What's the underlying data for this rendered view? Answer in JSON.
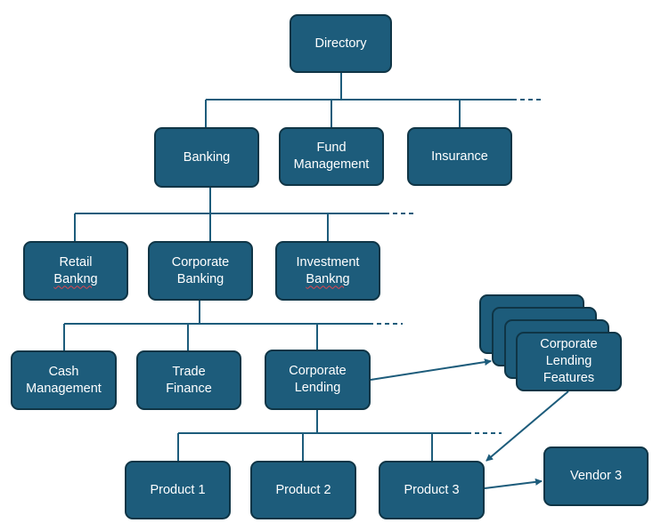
{
  "nodes": {
    "directory": {
      "line1": "Directory"
    },
    "banking": {
      "line1": "Banking"
    },
    "fund_management": {
      "line1": "Fund",
      "line2": "Management"
    },
    "insurance": {
      "line1": "Insurance"
    },
    "retail_banking": {
      "line1": "Retail",
      "line2": "Bankng"
    },
    "corporate_banking": {
      "line1": "Corporate",
      "line2": "Banking"
    },
    "investment_banking": {
      "line1": "Investment",
      "line2": "Bankng"
    },
    "cash_management": {
      "line1": "Cash",
      "line2": "Management"
    },
    "trade_finance": {
      "line1": "Trade",
      "line2": "Finance"
    },
    "corporate_lending": {
      "line1": "Corporate",
      "line2": "Lending"
    },
    "corporate_lending_features": {
      "line1": "Corporate",
      "line2": "Lending",
      "line3": "Features"
    },
    "product_1": {
      "line1": "Product 1"
    },
    "product_2": {
      "line1": "Product 2"
    },
    "product_3": {
      "line1": "Product 3"
    },
    "vendor_3": {
      "line1": "Vendor 3"
    }
  },
  "colors": {
    "node_fill": "#1d5c7b",
    "node_border": "#0f3546",
    "node_text": "#ffffff",
    "connector": "#1d5c7b",
    "spelling_underline": "#e0454f"
  }
}
